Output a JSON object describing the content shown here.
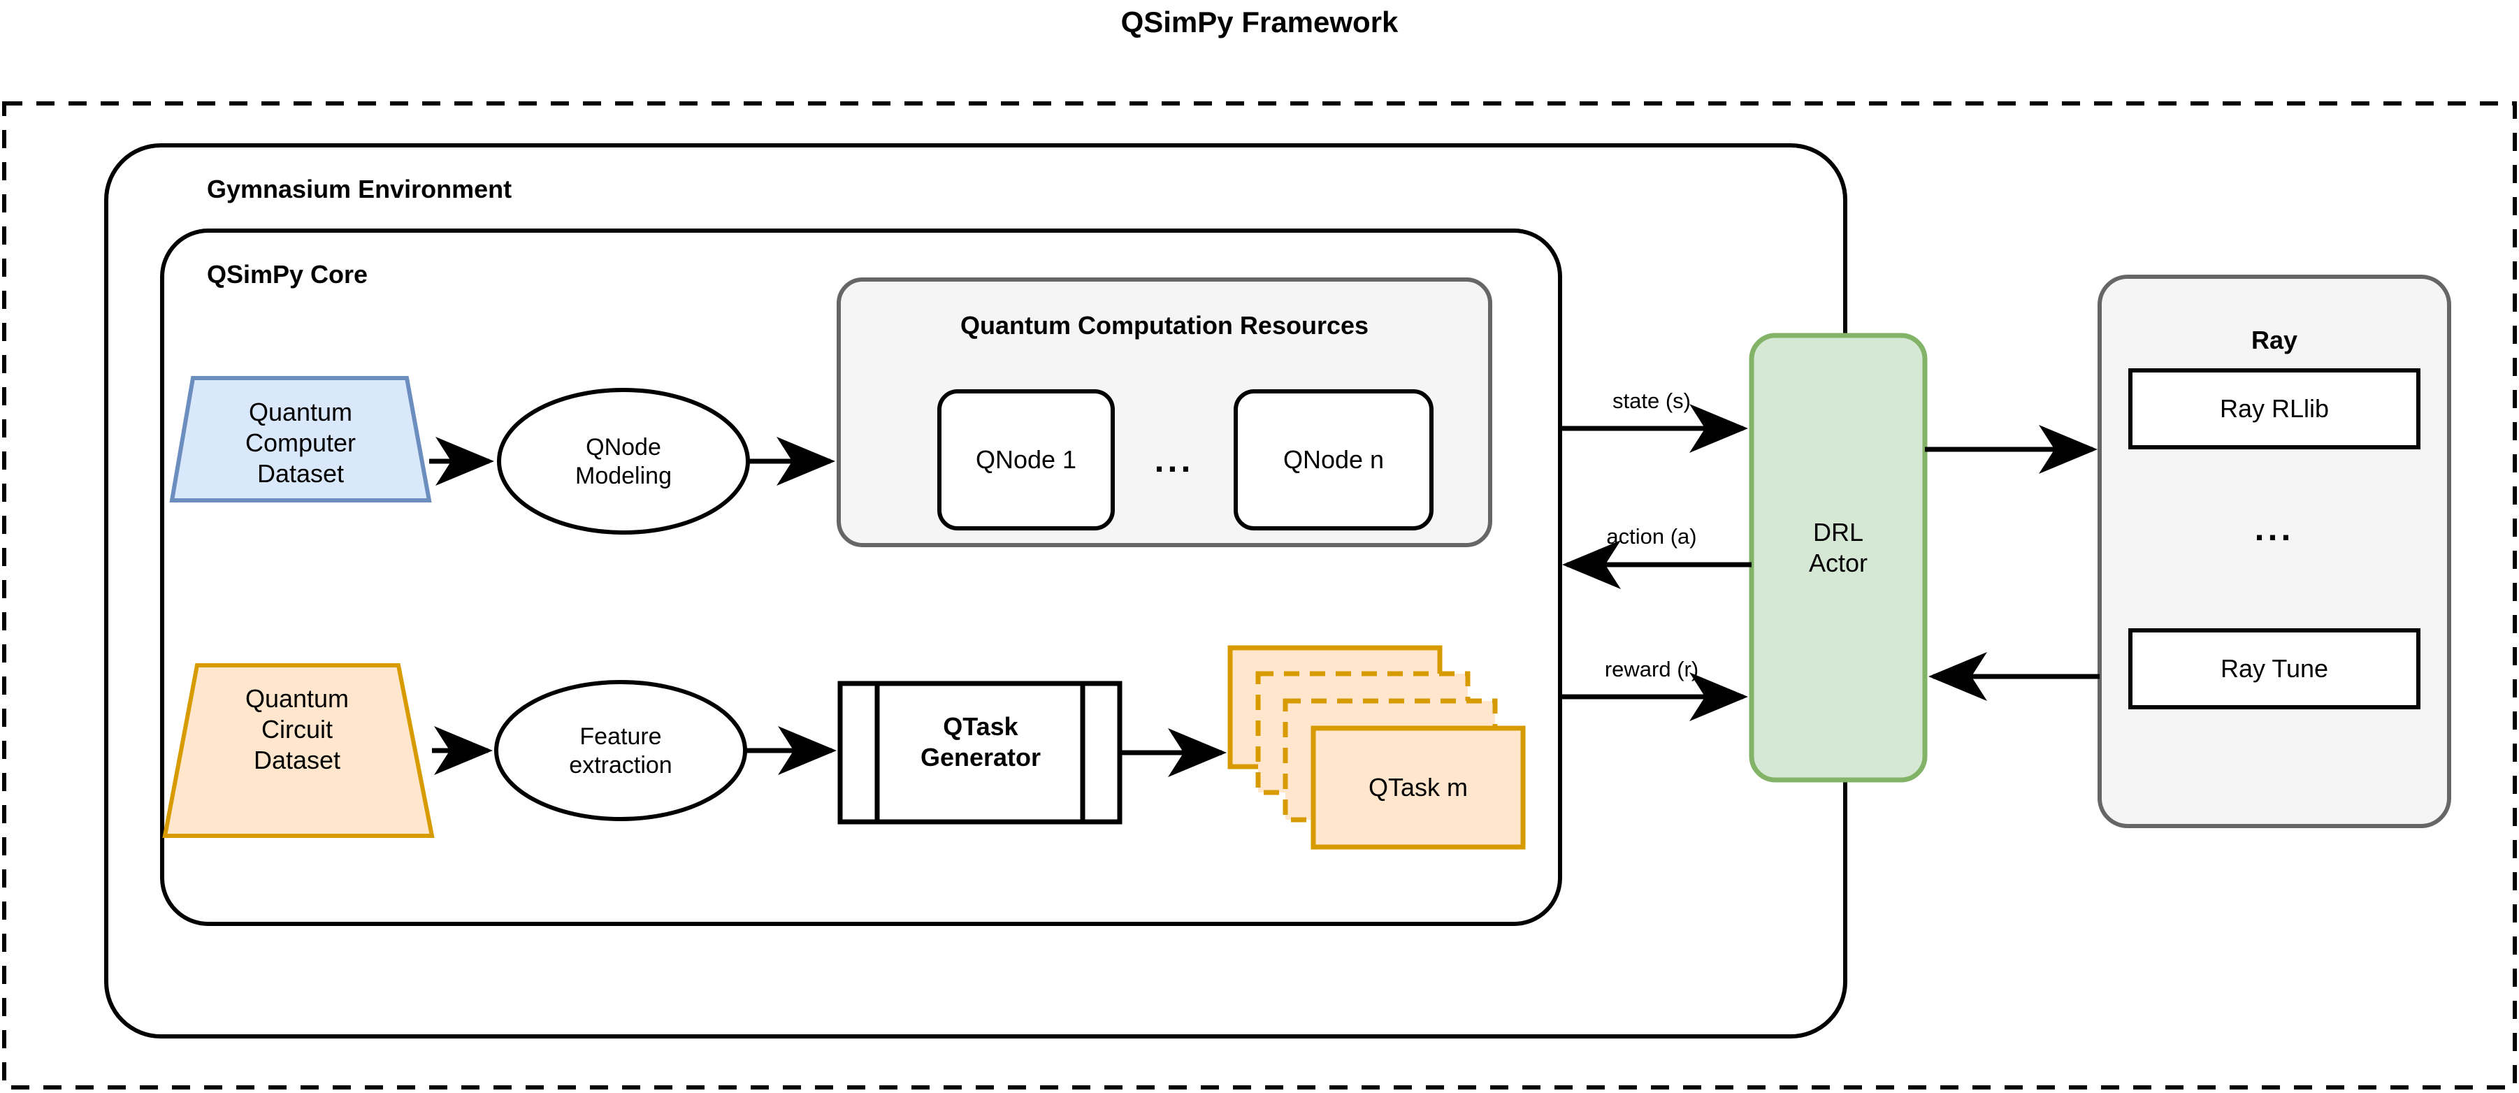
{
  "figure": {
    "title": "QSimPy Framework"
  },
  "groups": {
    "outer_dashed": {
      "label": ""
    },
    "gymnasium": {
      "title": "Gymnasium Environment"
    },
    "qsimpy_core": {
      "title": "QSimPy Core"
    },
    "quantum_resources": {
      "title": "Quantum Computation Resources"
    },
    "ray": {
      "title": "Ray"
    }
  },
  "nodes": {
    "quantum_computer_dataset": {
      "lines": [
        "Quantum",
        "Computer",
        "Dataset"
      ],
      "fill": "#dae8fc",
      "stroke": "#6c8ebf"
    },
    "qnode_modeling": {
      "lines": [
        "QNode",
        "Modeling"
      ]
    },
    "qnode_1": {
      "label": "QNode 1"
    },
    "qnode_ellipsis": {
      "label": "..."
    },
    "qnode_n": {
      "label": "QNode n"
    },
    "quantum_circuit_dataset": {
      "lines": [
        "Quantum",
        "Circuit",
        "Dataset"
      ],
      "fill": "#ffe6cc",
      "stroke": "#d79b00"
    },
    "feature_extraction": {
      "lines": [
        "Feature",
        "extraction"
      ]
    },
    "qtask_generator": {
      "lines": [
        "QTask",
        "Generator"
      ]
    },
    "qtask_stack": {
      "label": "QTask m",
      "fill": "#ffe6cc",
      "stroke": "#d79b00"
    },
    "drl_actor": {
      "lines": [
        "DRL",
        "Actor"
      ],
      "fill": "#d5e8d4",
      "stroke": "#82b366"
    },
    "ray_rllib": {
      "label": "Ray RLlib"
    },
    "ray_ellipsis": {
      "label": "..."
    },
    "ray_tune": {
      "label": "Ray Tune"
    }
  },
  "edges": {
    "state": {
      "label": "state (s)"
    },
    "action": {
      "label": "action (a)"
    },
    "reward": {
      "label": "reward (r)"
    }
  },
  "colors": {
    "group_fill": "#f5f5f5",
    "group_stroke": "#666666",
    "line": "#000000"
  }
}
